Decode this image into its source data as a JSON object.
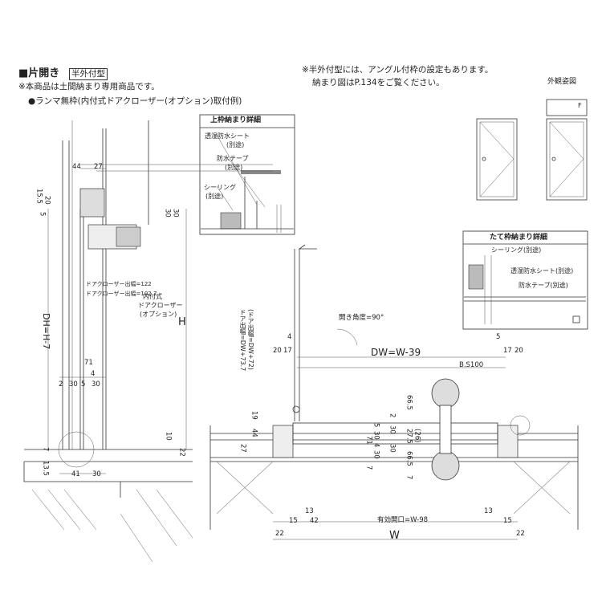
{
  "header": {
    "title": "■片開き",
    "badge": "半外付型",
    "note1": "※本商品は土間納まり専用商品です。",
    "note2": "●ランマ無枠(内付式ドアクローザー(オプション)取付例)",
    "right_note1": "※半外付型には、アングル付枠の設定もあります。",
    "right_note2": "納まり図はP.134をご覧ください。"
  },
  "elevation": {
    "title": "外観姿図",
    "fix_label": "F"
  },
  "top_detail": {
    "title": "上枠納まり詳細",
    "labels": [
      "透湿防水シート",
      "(別途)",
      "防水テープ",
      "(別途)",
      "シーリング",
      "(別途)"
    ]
  },
  "side_detail": {
    "title": "たて枠納まり詳細",
    "labels": [
      "シーリング(別途)",
      "透湿防水シート(別途)",
      "防水テープ(別途)"
    ]
  },
  "section": {
    "closer_labels": [
      "ドアクローザー出幅=122",
      "ドアクローザー出幅=102.7"
    ],
    "closer_note": [
      "内付式",
      "ドアクローザー",
      "(オプション)"
    ],
    "dims": [
      "44",
      "27",
      "15.5",
      "20",
      "5",
      "30",
      "30",
      "71",
      "4",
      "2",
      "30",
      "5",
      "30",
      "10",
      "22",
      "7",
      "13.5",
      "41",
      "30"
    ],
    "dh_label": "DH=H-7",
    "h_label": "H"
  },
  "plan": {
    "open_angle": "開き角度=90°",
    "dw_label": "DW=W-39",
    "bs_label": "B.S100",
    "door_width_label_1": "ドア出幅=DW+73.7",
    "door_width_label_2": "(ドア出幅=DW+72)",
    "effective_label": "有効開口=W-98",
    "w_label": "W",
    "dims_top": [
      "20",
      "17",
      "4",
      "5",
      "17",
      "20"
    ],
    "dims_right": [
      "66.5",
      "2",
      "30",
      "27.5",
      "(26)",
      "30",
      "66.5",
      "7"
    ],
    "dims_left": [
      "19",
      "44",
      "27",
      "5",
      "30",
      "71",
      "4",
      "30",
      "7"
    ],
    "dims_bottom": [
      "13",
      "15",
      "42",
      "13",
      "15",
      "22",
      "22"
    ]
  }
}
